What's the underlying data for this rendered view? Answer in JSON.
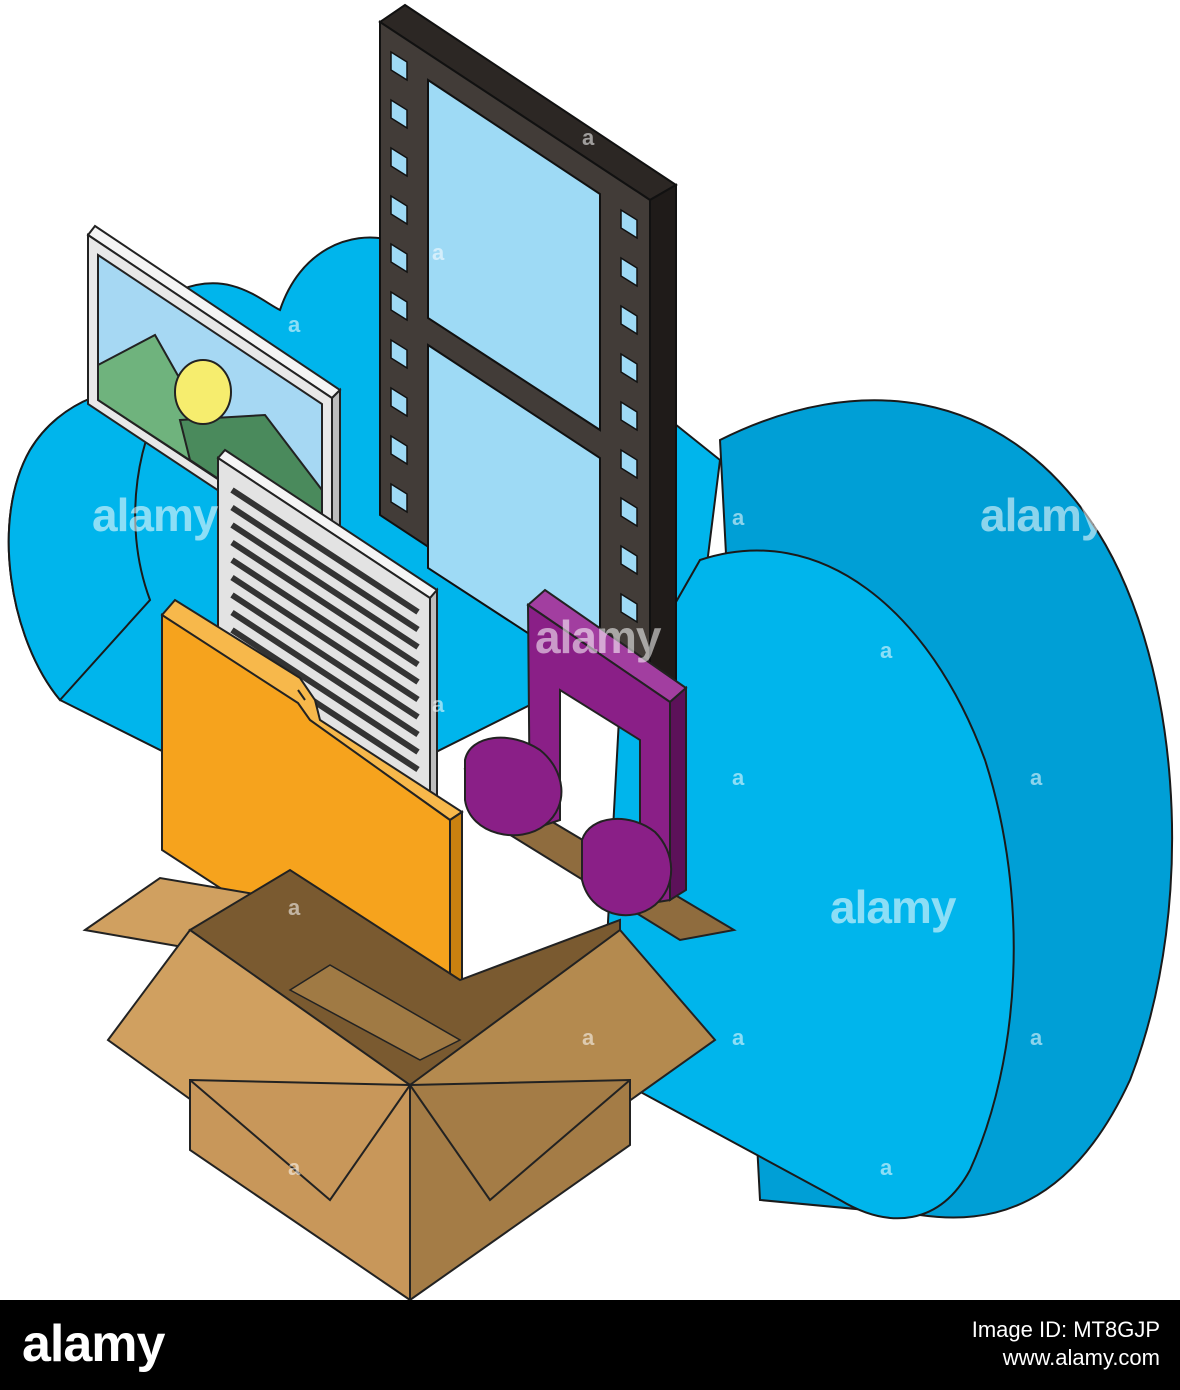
{
  "watermark": {
    "word": "alamy",
    "letter": "a"
  },
  "footer": {
    "logo": "alamy",
    "image_id": "Image ID: MT8GJP",
    "url": "www.alamy.com"
  },
  "colors": {
    "cloud_front": "#00b5ec",
    "cloud_side": "#009fd6",
    "film_frame": "#423c38",
    "film_screen": "#9edaf5",
    "photo_frame": "#e8e8e8",
    "photo_sky": "#a6d8f3",
    "photo_mountain_light": "#6fb37d",
    "photo_mountain_dark": "#4a8a5c",
    "photo_sun": "#f6ed6e",
    "document": "#e3e3e3",
    "folder": "#f6a31d",
    "music_note": "#8a1f87",
    "box_light": "#d0a060",
    "box_dark": "#8f6c3e"
  },
  "icons": [
    "cloud-icon",
    "film-strip-icon",
    "photo-icon",
    "document-icon",
    "folder-icon",
    "music-note-icon",
    "cardboard-box-icon"
  ]
}
